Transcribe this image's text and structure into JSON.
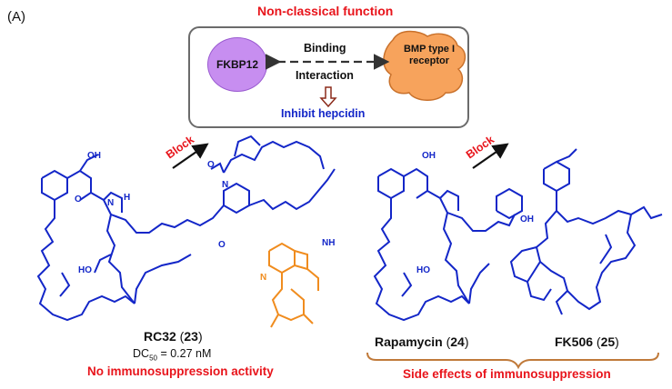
{
  "panel_label": "(A)",
  "mechanism": {
    "title": "Non-classical function",
    "fkbp12": "FKBP12",
    "binding": "Binding",
    "interaction": "Interaction",
    "bmp_receptor": "BMP type I receptor",
    "outcome": "Inhibit hepcidin"
  },
  "block_labels": [
    "Block",
    "Block"
  ],
  "compounds": {
    "rc32": {
      "name": "RC32",
      "number": "23",
      "dc50_label": "DC",
      "dc50_sub": "50",
      "dc50_value": " = 0.27 nM",
      "caption": "No immunosuppression activity"
    },
    "rapamycin": {
      "name": "Rapamycin",
      "number": "24"
    },
    "fk506": {
      "name": "FK506",
      "number": "25"
    },
    "side_effect_caption": "Side effects of immunosuppression"
  },
  "atom_labels": [
    "OH",
    "O",
    "N",
    "H",
    "O",
    "HO",
    "O",
    "N",
    "N",
    "NH",
    "OH",
    "HO",
    "OH"
  ],
  "colors": {
    "scaffold_blue": "#1326c8",
    "linker_orange": "#f08c1e",
    "accent_red": "#e8141b",
    "fkbp_purple": "#c78ef0",
    "bmp_orange": "#f7a35c"
  }
}
